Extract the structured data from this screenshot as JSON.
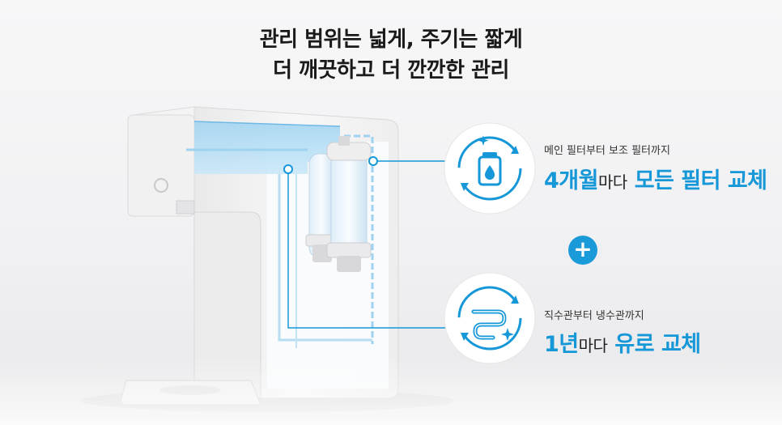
{
  "headline": {
    "line1": "관리 범위는 넓게, 주기는 짧게",
    "line2": "더 깨끗하고 더 깐깐한 관리"
  },
  "features": [
    {
      "caption": "메인 필터부터 보조 필터까지",
      "title_highlight_1": "4개월",
      "title_connector": "마다",
      "title_highlight_2": "모든 필터 교체",
      "icon": "filter-replace-icon"
    },
    {
      "caption": "직수관부터 냉수관까지",
      "title_highlight_1": "1년",
      "title_connector": "마다",
      "title_highlight_2": "유로 교체",
      "icon": "water-pipe-replace-icon"
    }
  ],
  "plus_symbol": "+",
  "colors": {
    "accent": "#1597d8",
    "text": "#1a1a1a",
    "water": "#8ccbee"
  }
}
